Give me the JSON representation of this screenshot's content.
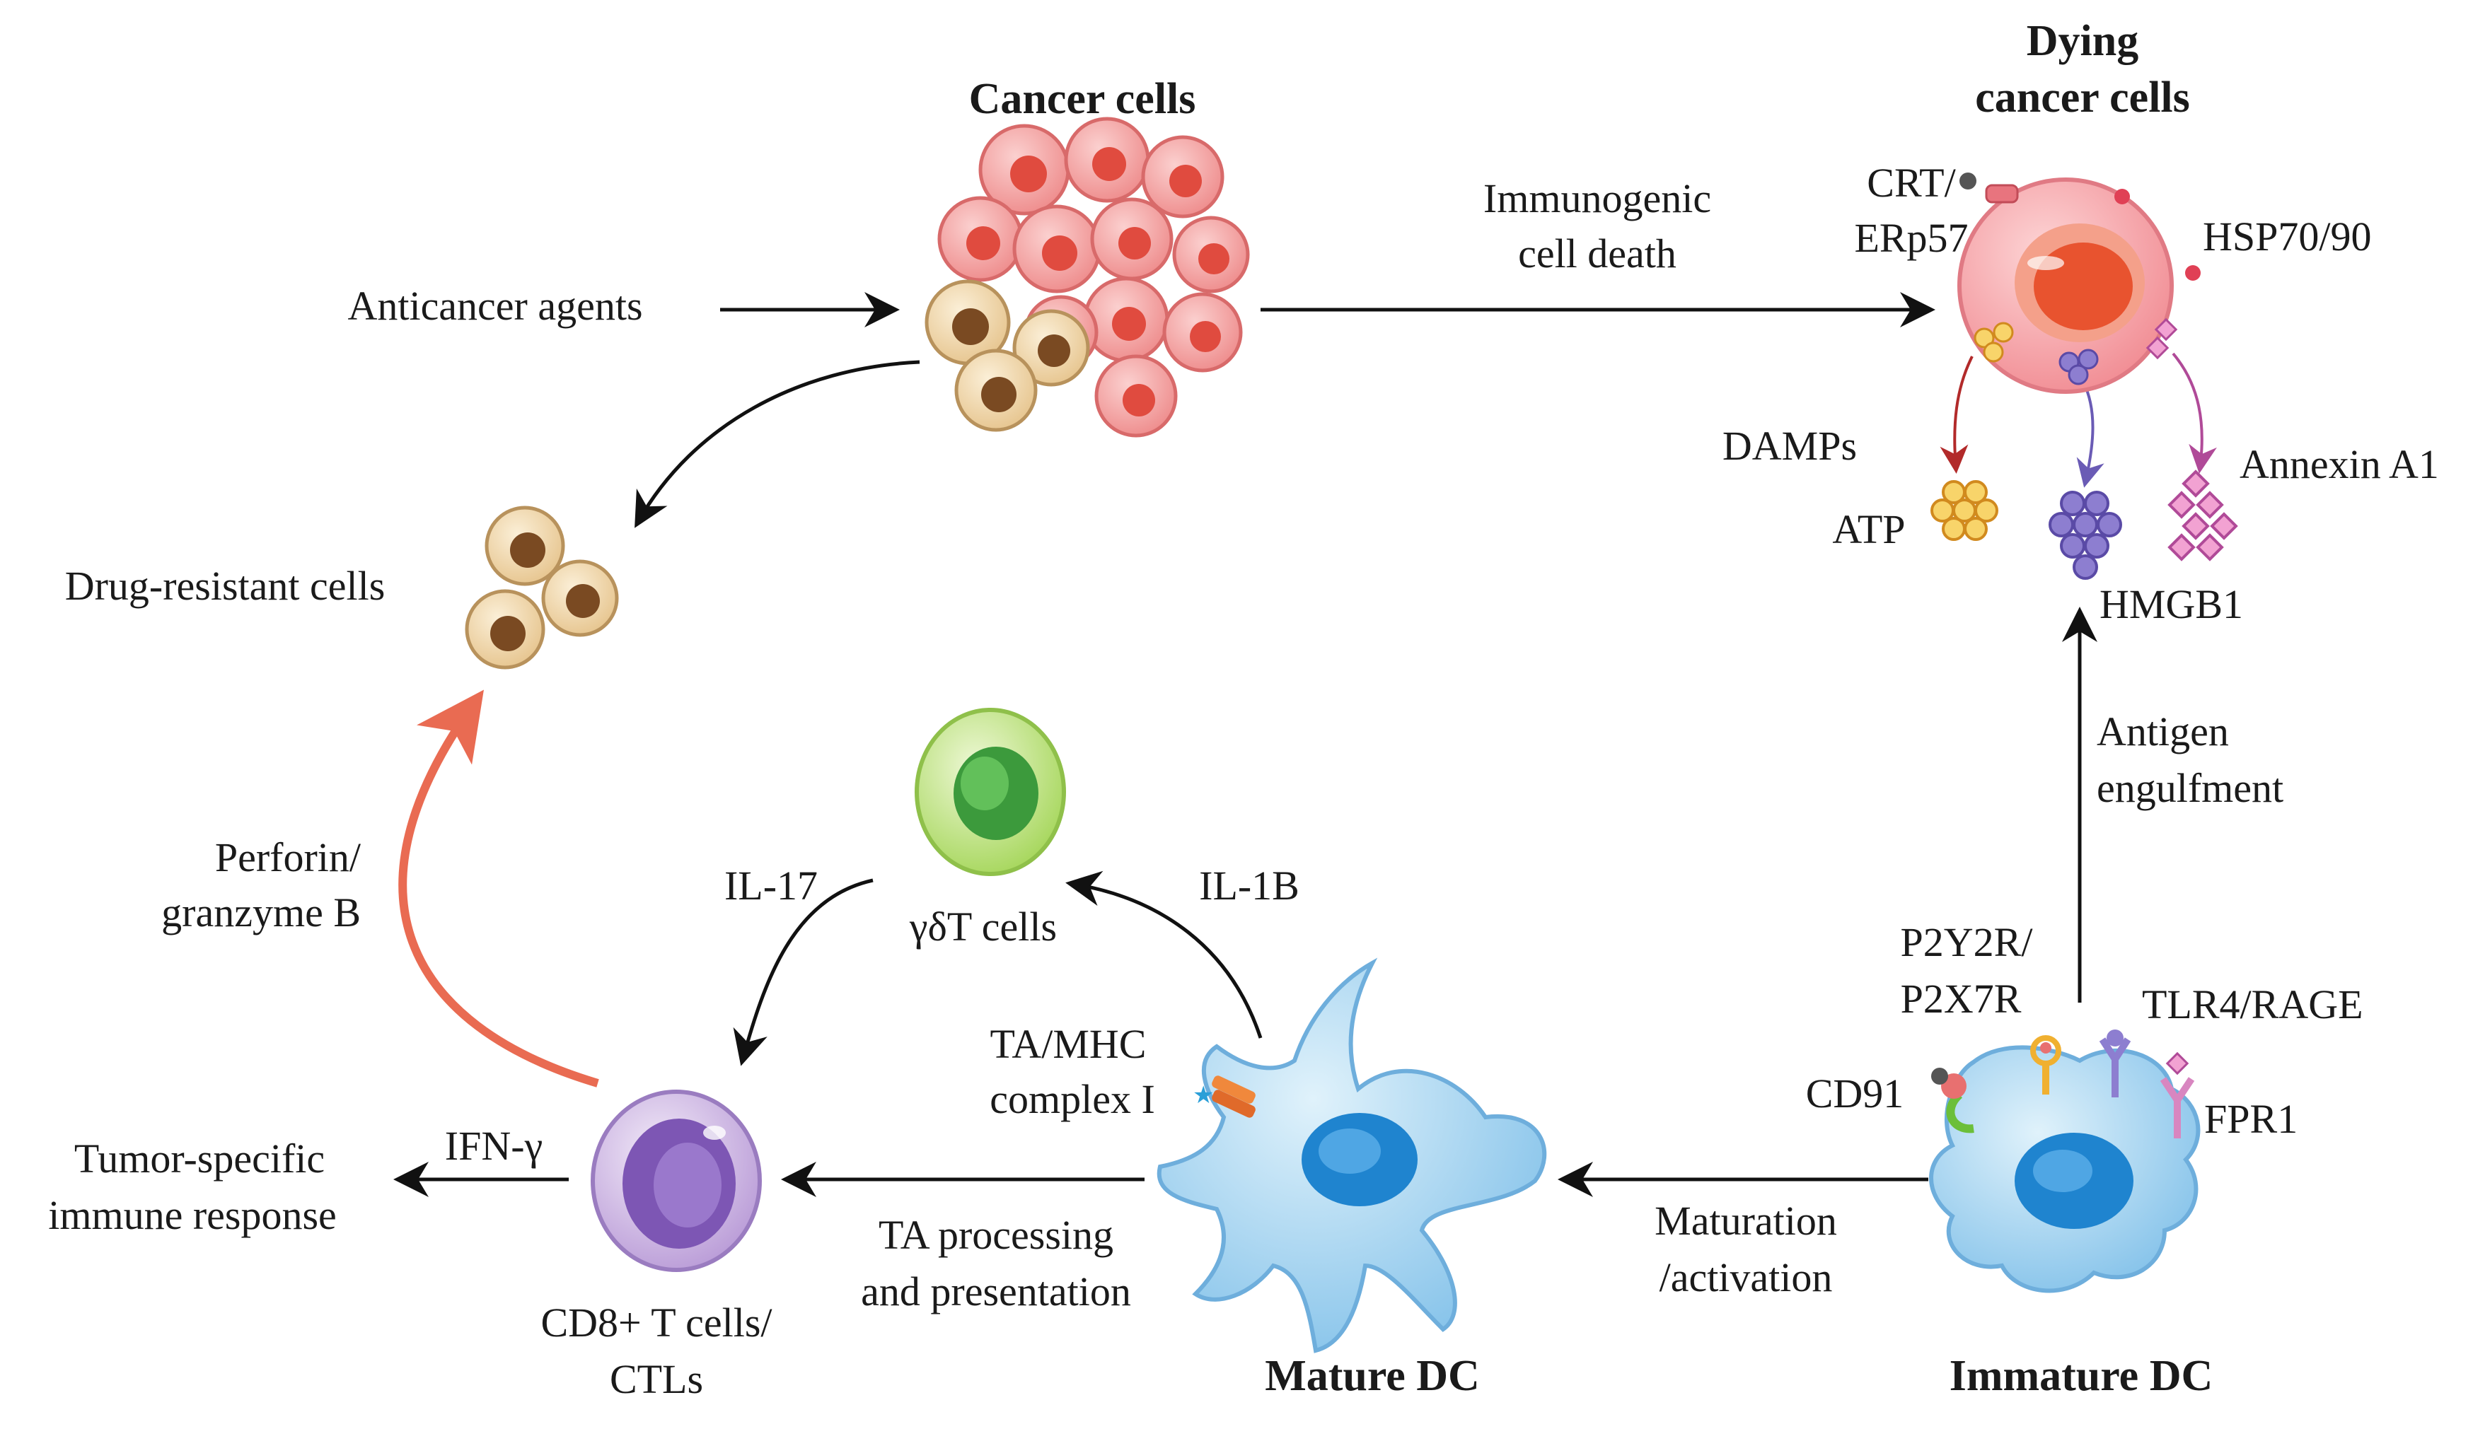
{
  "labels": {
    "cancer_cells": "Cancer cells",
    "dying_line1": "Dying",
    "dying_line2": "cancer cells",
    "anticancer_agents": "Anticancer agents",
    "icd_line1": "Immunogenic",
    "icd_line2": "cell death",
    "crt_line1": "CRT/",
    "crt_line2": "ERp57",
    "hsp": "HSP70/90",
    "damps": "DAMPs",
    "atp": "ATP",
    "hmgb1": "HMGB1",
    "annexin": "Annexin A1",
    "drug_resistant": "Drug-resistant cells",
    "antigen_line1": "Antigen",
    "antigen_line2": "engulfment",
    "perforin_line1": "Perforin/",
    "perforin_line2": "granzyme B",
    "il17": "IL-17",
    "il1b": "IL-1B",
    "gdt": "γδT cells",
    "p2y_line1": "P2Y2R/",
    "p2y_line2": "P2X7R",
    "tlr4": "TLR4/RAGE",
    "ta_mhc_line1": "TA/MHC",
    "ta_mhc_line2": "complex I",
    "cd91": "CD91",
    "fpr1": "FPR1",
    "tumor_line1": "Tumor-specific",
    "tumor_line2": "immune response",
    "ifn": "IFN-γ",
    "ta_proc_line1": "TA processing",
    "ta_proc_line2": "and presentation",
    "maturation_line1": "Maturation",
    "maturation_line2": "/activation",
    "cd8_line1": "CD8+ T cells/",
    "cd8_line2": "CTLs",
    "mature_dc": "Mature DC",
    "immature_dc": "Immature DC"
  },
  "colors": {
    "arrow": "#111111",
    "arrow_red": "#e96b52",
    "atp_arrow": "#b22a2a",
    "hmgb1_arrow": "#6a5bb5",
    "annexin_arrow": "#b04a98",
    "cancer_cell": "#f29a9a",
    "resistant_cell": "#eccf9c",
    "dc_cell": "#a9d6f0",
    "gdt_cell": "#b9e07a",
    "ctl_cell": "#c9b3e0"
  }
}
